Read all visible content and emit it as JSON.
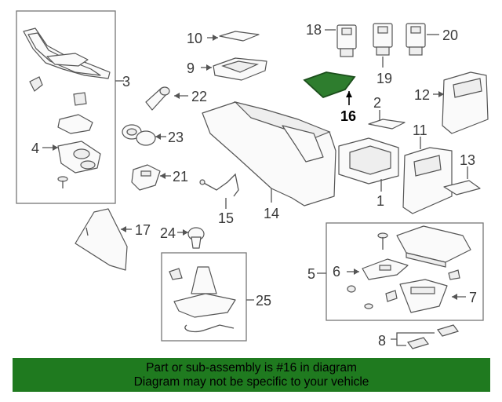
{
  "callouts": {
    "c1": "1",
    "c2": "2",
    "c3": "3",
    "c4": "4",
    "c5": "5",
    "c6": "6",
    "c7": "7",
    "c8": "8",
    "c9": "9",
    "c10": "10",
    "c11": "11",
    "c12": "12",
    "c13": "13",
    "c14": "14",
    "c15": "15",
    "c16": "16",
    "c17": "17",
    "c18": "18",
    "c19": "19",
    "c20": "20",
    "c21": "21",
    "c22": "22",
    "c23": "23",
    "c24": "24",
    "c25": "25"
  },
  "highlight": {
    "part": "16",
    "color": "#2e7d2e"
  },
  "banner": {
    "line1": "Part or sub-assembly is #16 in diagram",
    "line2": "Diagram may not be specific to your vehicle",
    "color": "#1f7a1f"
  }
}
